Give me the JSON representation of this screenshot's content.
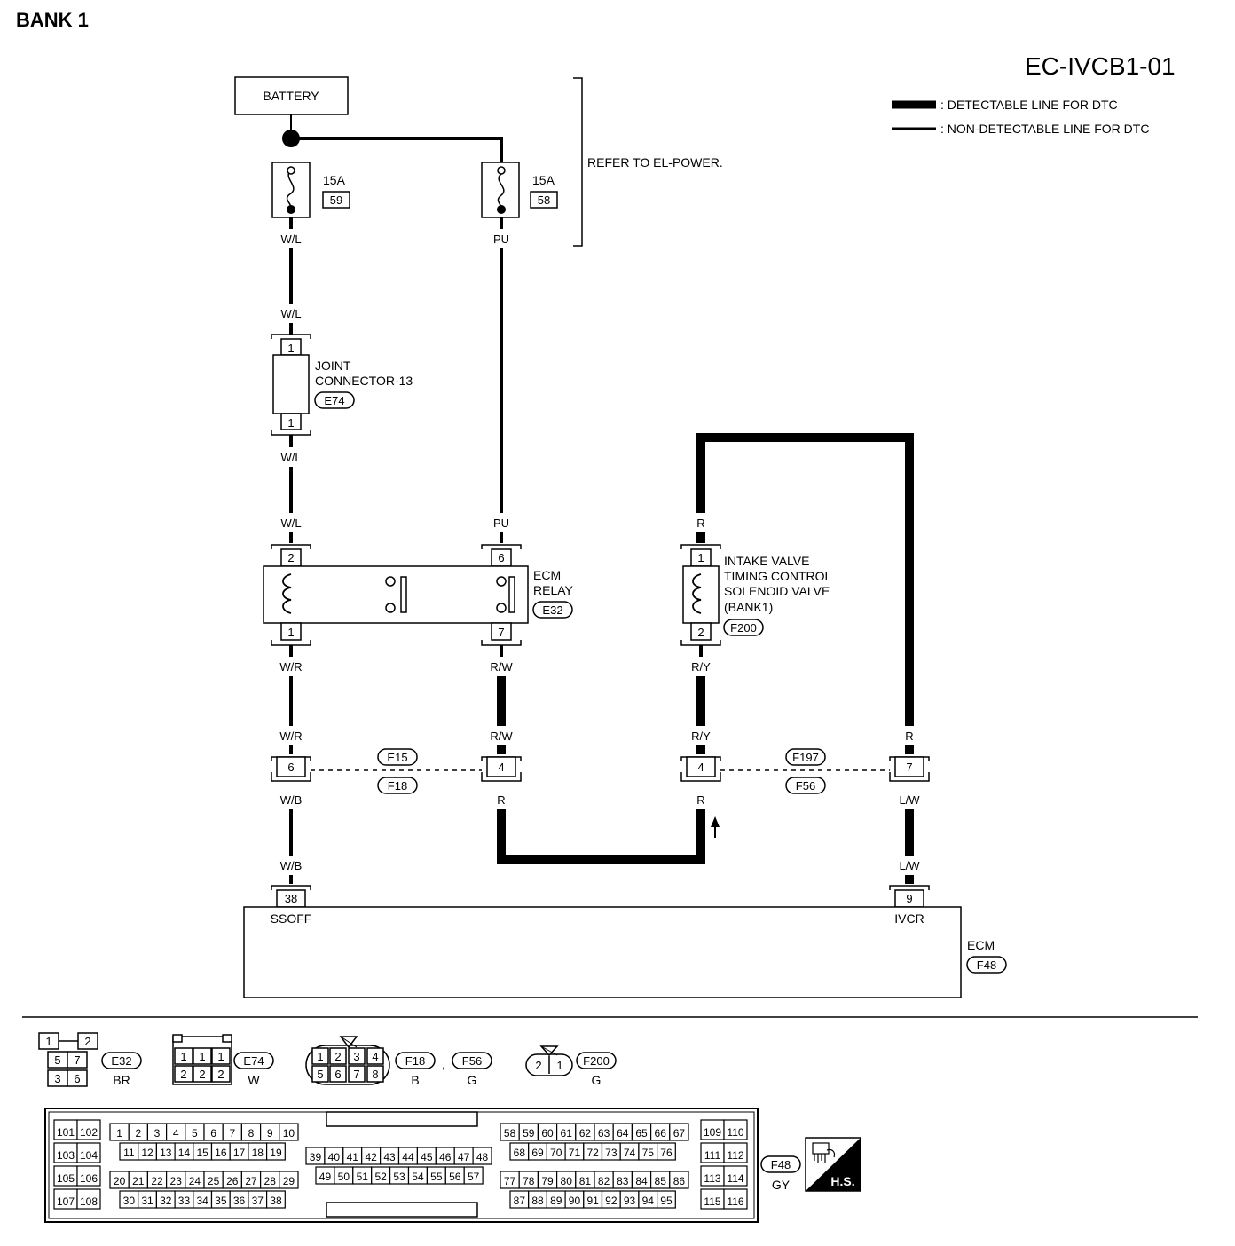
{
  "header": {
    "bank": "BANK 1",
    "code": "EC-IVCB1-01"
  },
  "legend": {
    "detectable": ": DETECTABLE LINE FOR DTC",
    "non_detectable": ": NON-DETECTABLE LINE FOR DTC"
  },
  "battery": {
    "label": "BATTERY"
  },
  "fuses": {
    "f59": {
      "amp": "15A",
      "num": "59"
    },
    "f58": {
      "amp": "15A",
      "num": "58"
    },
    "refer": "REFER TO EL-POWER."
  },
  "wires": {
    "wl_1": "W/L",
    "wl_2": "W/L",
    "wl_3": "W/L",
    "wl_4": "W/L",
    "pu_1": "PU",
    "pu_2": "PU",
    "wr_1": "W/R",
    "wr_2": "W/R",
    "wb_1": "W/B",
    "wb_2": "W/B",
    "rw_1": "R/W",
    "rw_2": "R/W",
    "r_left": "R",
    "r_mid": "R",
    "r_valve": "R",
    "ry_1": "R/Y",
    "ry_2": "R/Y",
    "r_right": "R",
    "lw_1": "L/W",
    "lw_2": "L/W"
  },
  "joint_connector": {
    "line1": "JOINT",
    "line2": "CONNECTOR-13",
    "id": "E74",
    "pin_top": "1",
    "pin_bottom": "1"
  },
  "ecm_relay": {
    "line1": "ECM",
    "line2": "RELAY",
    "id": "E32",
    "pin2": "2",
    "pin1": "1",
    "pin6": "6",
    "pin7": "7"
  },
  "valve": {
    "line1": "INTAKE VALVE",
    "line2": "TIMING CONTROL",
    "line3": "SOLENOID VALVE",
    "line4": "(BANK1)",
    "id": "F200",
    "pin1": "1",
    "pin2": "2"
  },
  "inline_connectors": {
    "left": {
      "top": "E15",
      "bottom": "F18",
      "pin_a": "6",
      "pin_b": "4"
    },
    "right": {
      "top": "F197",
      "bottom": "F56",
      "pin_a": "4",
      "pin_b": "7"
    }
  },
  "ecm": {
    "label": "ECM",
    "id": "F48",
    "pin38": "38",
    "pin9": "9",
    "ssoff": "SSOFF",
    "ivcr": "IVCR"
  },
  "connector_views": {
    "e32": {
      "id": "E32",
      "color": "BR",
      "pins": [
        "1",
        "2",
        "5",
        "7",
        "3",
        "6"
      ]
    },
    "e74": {
      "id": "E74",
      "color": "W",
      "pins": [
        "1",
        "1",
        "1",
        "2",
        "2",
        "2"
      ]
    },
    "f18": {
      "id": "F18",
      "separator": ",",
      "color": "B",
      "pins": [
        "1",
        "2",
        "3",
        "4",
        "5",
        "6",
        "7",
        "8"
      ]
    },
    "f56": {
      "id": "F56",
      "color": "G"
    },
    "f200": {
      "id": "F200",
      "color": "G",
      "pins": [
        "2",
        "1"
      ]
    },
    "f48": {
      "id": "F48",
      "color": "GY"
    },
    "hs": "H.S."
  },
  "ecm_pins": {
    "left_col": [
      "101",
      "102",
      "103",
      "104",
      "105",
      "106",
      "107",
      "108"
    ],
    "row1": [
      "1",
      "2",
      "3",
      "4",
      "5",
      "6",
      "7",
      "8",
      "9",
      "10"
    ],
    "row2": [
      "11",
      "12",
      "13",
      "14",
      "15",
      "16",
      "17",
      "18",
      "19"
    ],
    "row3": [
      "20",
      "21",
      "22",
      "23",
      "24",
      "25",
      "26",
      "27",
      "28",
      "29"
    ],
    "row4": [
      "30",
      "31",
      "32",
      "33",
      "34",
      "35",
      "36",
      "37",
      "38"
    ],
    "mid1": [
      "39",
      "40",
      "41",
      "42",
      "43",
      "44",
      "45",
      "46",
      "47",
      "48"
    ],
    "mid2": [
      "49",
      "50",
      "51",
      "52",
      "53",
      "54",
      "55",
      "56",
      "57"
    ],
    "r1": [
      "58",
      "59",
      "60",
      "61",
      "62",
      "63",
      "64",
      "65",
      "66",
      "67"
    ],
    "r2": [
      "68",
      "69",
      "70",
      "71",
      "72",
      "73",
      "74",
      "75",
      "76"
    ],
    "r3": [
      "77",
      "78",
      "79",
      "80",
      "81",
      "82",
      "83",
      "84",
      "85",
      "86"
    ],
    "r4": [
      "87",
      "88",
      "89",
      "90",
      "91",
      "92",
      "93",
      "94",
      "95"
    ],
    "right_col": [
      "109",
      "110",
      "111",
      "112",
      "113",
      "114",
      "115",
      "116"
    ]
  }
}
